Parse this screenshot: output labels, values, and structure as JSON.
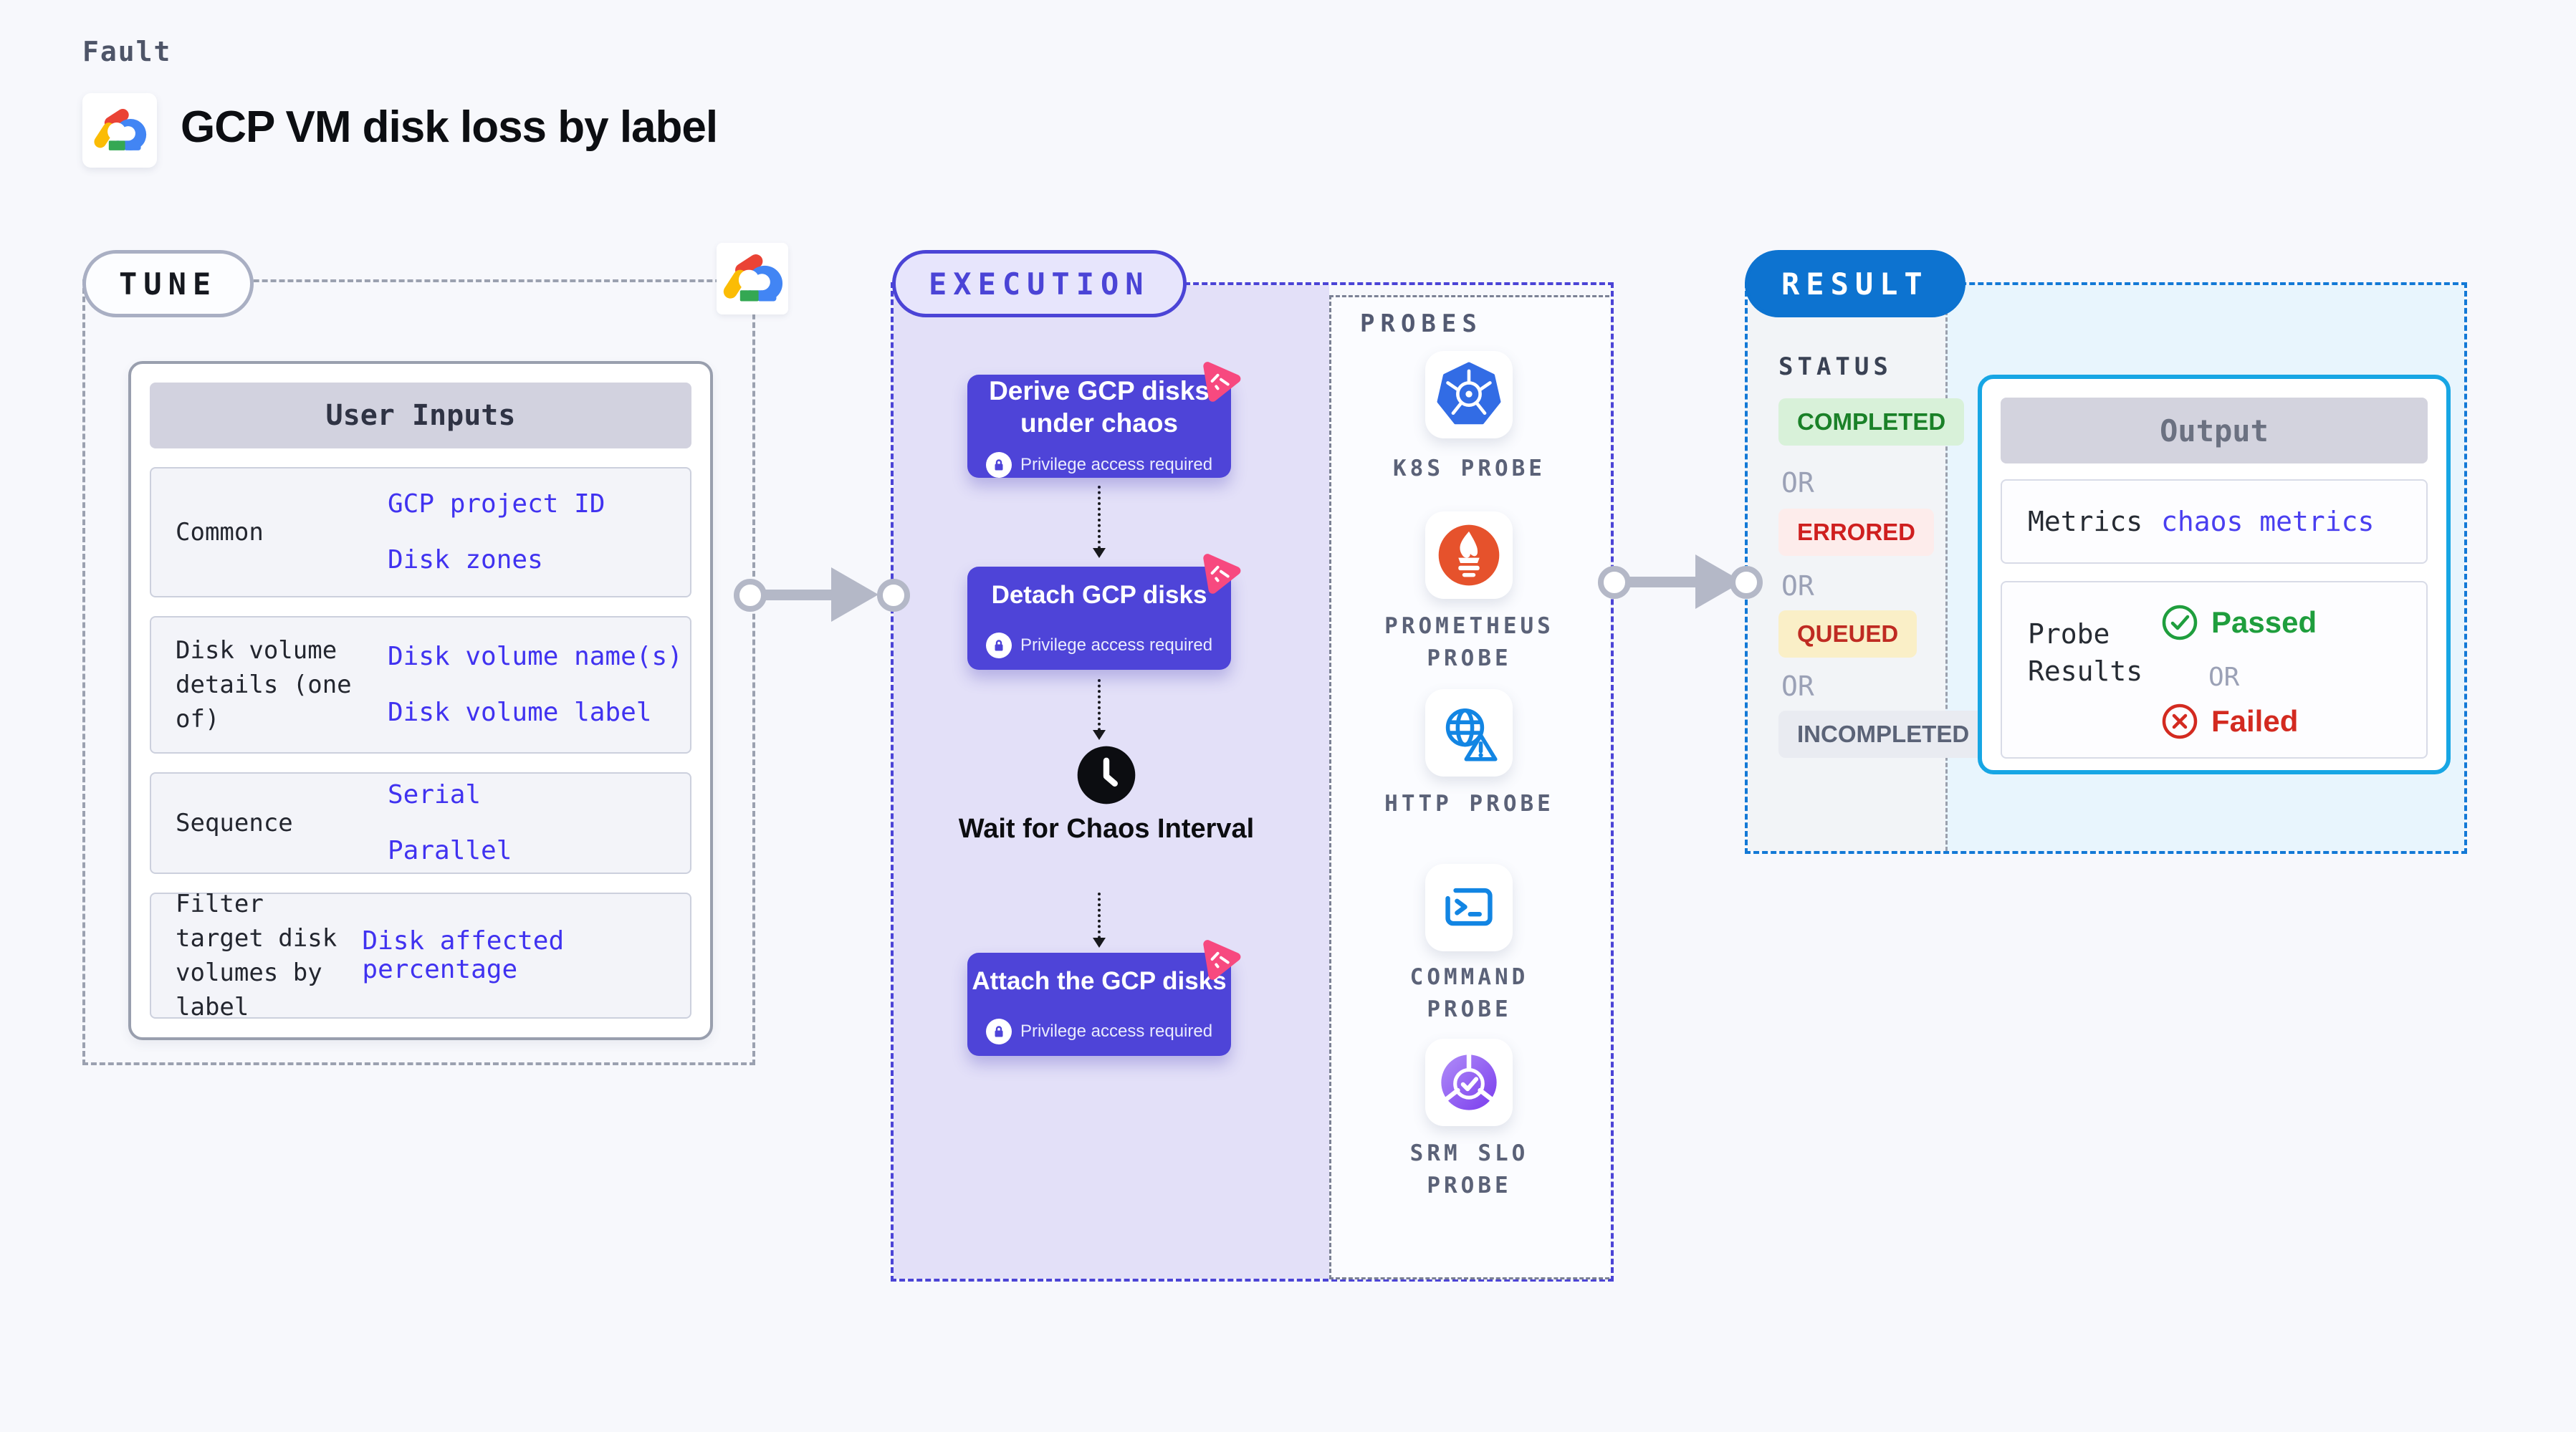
{
  "page": {
    "fault_label": "Fault",
    "title": "GCP VM disk loss by label"
  },
  "tune": {
    "badge": "TUNE",
    "table": {
      "header": "User Inputs",
      "rows": [
        {
          "label": "Common",
          "values": [
            "GCP project ID",
            "Disk zones"
          ]
        },
        {
          "label": "Disk volume details (one of)",
          "values": [
            "Disk volume name(s)",
            "Disk volume label"
          ]
        },
        {
          "label": "Sequence",
          "values": [
            "Serial",
            "Parallel"
          ]
        },
        {
          "label": "Filter target disk volumes by label",
          "values": [
            "Disk affected percentage"
          ]
        }
      ]
    }
  },
  "execution": {
    "badge": "EXECUTION",
    "nodes": [
      {
        "title": "Derive GCP disks under chaos",
        "note": "Privilege access required"
      },
      {
        "title": "Detach GCP disks",
        "note": "Privilege access required"
      },
      {
        "title": "Attach the GCP disks",
        "note": "Privilege access required"
      }
    ],
    "wait_label": "Wait for Chaos Interval"
  },
  "probes": {
    "label": "PROBES",
    "items": [
      {
        "name": "K8S PROBE",
        "icon": "kubernetes-icon"
      },
      {
        "name": "PROMETHEUS PROBE",
        "icon": "prometheus-icon"
      },
      {
        "name": "HTTP PROBE",
        "icon": "http-globe-icon"
      },
      {
        "name": "COMMAND PROBE",
        "icon": "terminal-icon"
      },
      {
        "name": "SRM SLO PROBE",
        "icon": "srm-slo-icon"
      }
    ]
  },
  "result": {
    "badge": "RESULT",
    "status": {
      "label": "STATUS",
      "states": [
        {
          "kind": "chip",
          "style": "green",
          "text": "COMPLETED"
        },
        {
          "kind": "or",
          "text": "OR"
        },
        {
          "kind": "chip",
          "style": "red",
          "text": "ERRORED"
        },
        {
          "kind": "or",
          "text": "OR"
        },
        {
          "kind": "chip",
          "style": "amber",
          "text": "QUEUED"
        },
        {
          "kind": "or",
          "text": "OR"
        },
        {
          "kind": "chip",
          "style": "gray",
          "text": "INCOMPLETED"
        }
      ]
    },
    "output": {
      "header": "Output",
      "metrics_label": "Metrics",
      "metrics_value": "chaos metrics",
      "probe_results_label": "Probe Results",
      "passed": "Passed",
      "or": "OR",
      "failed": "Failed"
    }
  },
  "colors": {
    "accent_indigo": "#4b44d6",
    "node_purple": "#4e44d8",
    "result_blue": "#0d73d0",
    "output_border_cyan": "#17a6e4",
    "value_blue": "#4032f0",
    "passed_green": "#1f9e3d",
    "failed_red": "#d32a20",
    "chaos_pink": "#f7497f",
    "kubernetes_blue": "#326ce5",
    "prometheus_orange": "#e6522c"
  }
}
